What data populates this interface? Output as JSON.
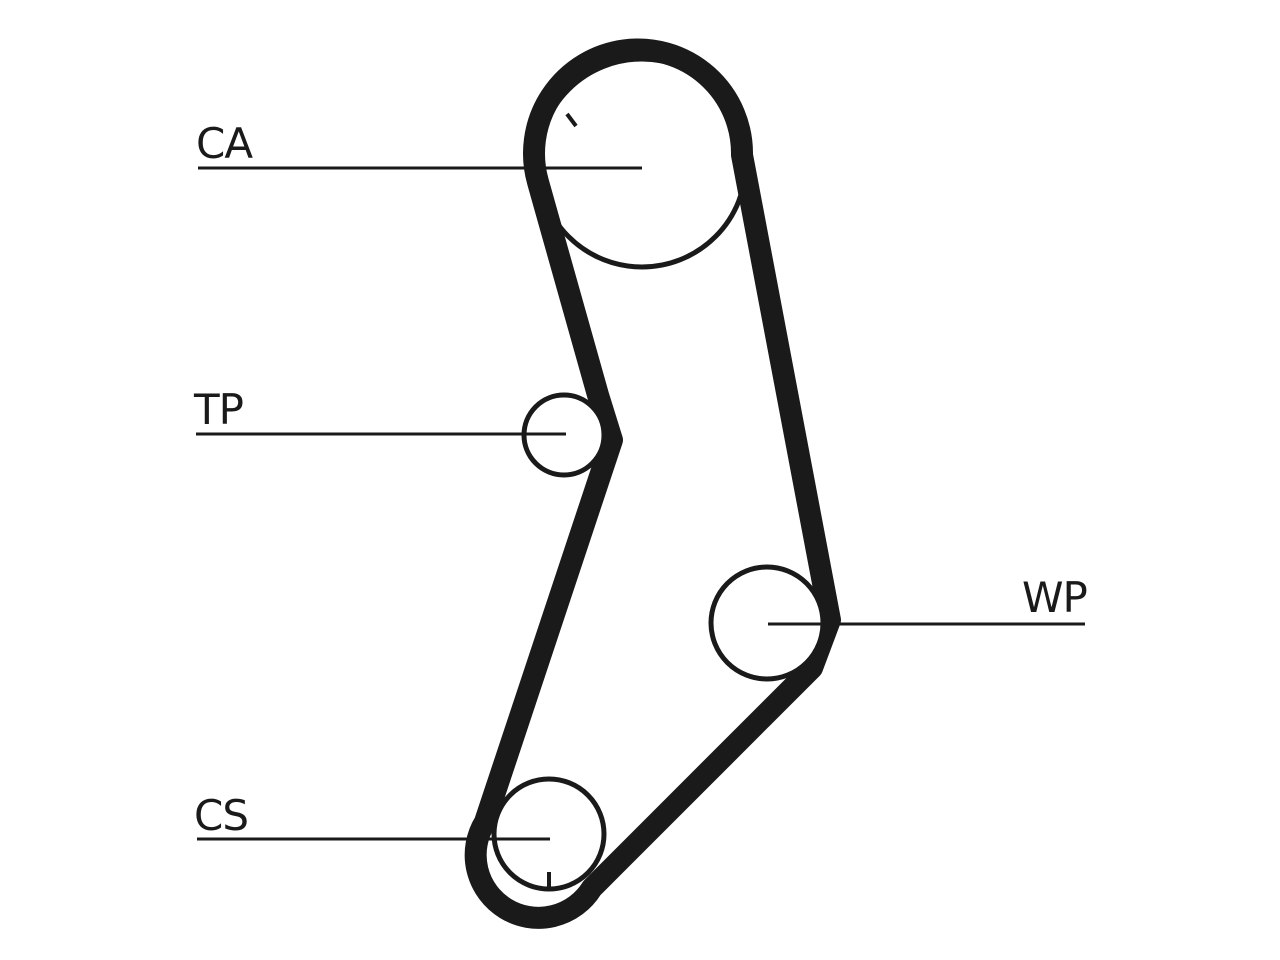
{
  "labels": {
    "camshaft": "CA",
    "tensioner": "TP",
    "water_pump": "WP",
    "crankshaft": "CS"
  },
  "colors": {
    "ink": "#1a1a1a",
    "background": "#ffffff"
  }
}
